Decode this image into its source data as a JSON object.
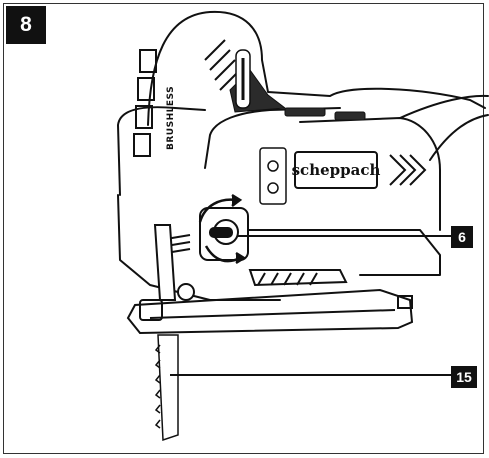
{
  "figure": {
    "number": "8"
  },
  "tool": {
    "brand_text": "scheppach",
    "side_text": "BRUSHLESS"
  },
  "callouts": [
    {
      "label": "6",
      "target": "orbital-action-switch"
    },
    {
      "label": "15",
      "target": "saw-blade"
    }
  ],
  "colors": {
    "ink": "#111111",
    "body_fill": "#ffffff",
    "dark_grip": "#2b2b2b",
    "callout_bg": "#111111",
    "callout_text": "#ffffff"
  }
}
